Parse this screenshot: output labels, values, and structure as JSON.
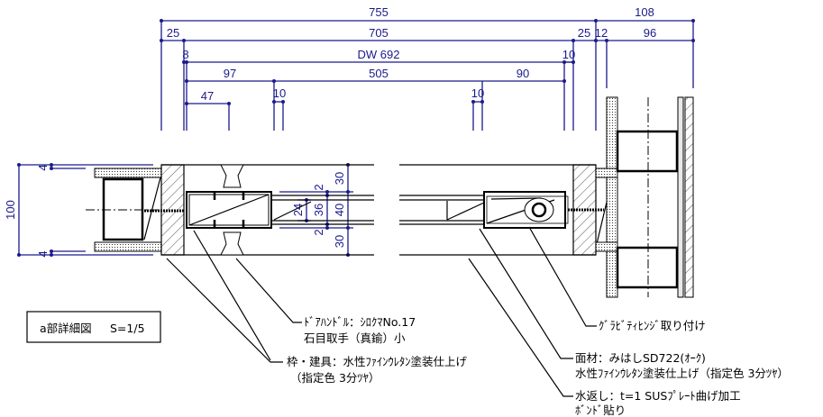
{
  "title_box": {
    "label": "a部詳細図",
    "scale": "S=1/5"
  },
  "dimensions": {
    "overall": "755",
    "right_overall": "108",
    "frame_left": "25",
    "inner_width": "705",
    "frame_right": "25",
    "gap_right": "12",
    "wall_right": "96",
    "frame_gap_left": "8",
    "door_width": "DW 692",
    "door_gap_right": "10",
    "handle_offset": "97",
    "panel_width": "505",
    "hinge_offset": "90",
    "handle_grip": "47",
    "stile_left": "10",
    "stile_right": "10",
    "wall_thickness": "100",
    "wall_top_board": "4",
    "wall_bottom_board": "4",
    "face_top": "30",
    "door_thickness": "40",
    "face_bottom": "30",
    "skin_top": "2",
    "core": "36",
    "skin_bottom": "2",
    "insert": "24"
  },
  "annotations": {
    "handle_line1": "ﾄﾞｱﾊﾝﾄﾞﾙ：ｼﾛｸﾏNo.17",
    "handle_line2": "石目取手（真鍮）小",
    "frame_line1": "枠・建具：水性ﾌｧｲﾝｳﾚﾀﾝ塗装仕上げ",
    "frame_line2": "（指定色 3分ﾂﾔ）",
    "hinge": "ｸﾞﾗﾋﾞﾃｨﾋﾝｼﾞ取り付け",
    "face_line1": "面材：みはしSD722(ｵｰｸ)",
    "face_line2": "水性ﾌｧｲﾝｳﾚﾀﾝ塗装仕上げ（指定色 3分ﾂﾔ）",
    "drip_line1": "水返し：t=1 SUSﾌﾟﾚｰﾄ曲げ加工",
    "drip_line2": "ﾎﾞﾝﾄﾞ貼り"
  },
  "colors": {
    "dimension": "#1a1a8c",
    "lines": "#000000"
  }
}
